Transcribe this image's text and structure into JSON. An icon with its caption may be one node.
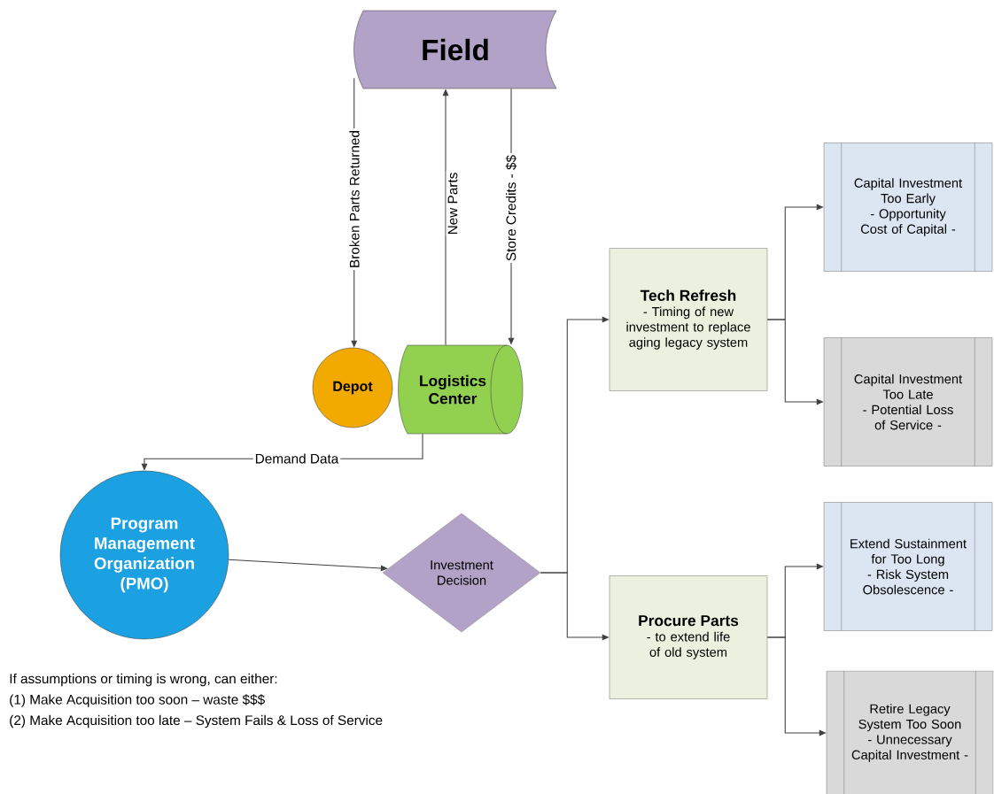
{
  "diagram": {
    "nodes": [
      {
        "text": [
          "Field"
        ]
      },
      {
        "text": [
          "Depot"
        ]
      },
      {
        "text": [
          "Logistics Center"
        ]
      },
      {
        "text": [
          "Program Management Organization (PMO)"
        ]
      },
      {
        "text": [
          "Investment Decision"
        ]
      },
      {
        "text": [
          "Tech Refresh",
          "- Timing of new investment to replace aging legacy system"
        ]
      },
      {
        "text": [
          "Procure Parts",
          "- to extend life of old system"
        ]
      },
      {
        "text": [
          "Capital Investment Too Early",
          "- Opportunity Cost of Capital -"
        ]
      },
      {
        "text": [
          "Capital Investment Too Late",
          "- Potential Loss of Service -"
        ]
      },
      {
        "text": [
          "Extend Sustainment for Too Long",
          "- Risk System Obsolescence -"
        ]
      },
      {
        "text": [
          "Retire Legacy System Too Soon",
          "- Unnecessary Capital Investment -"
        ]
      }
    ],
    "edges": [
      {
        "from": 0,
        "to": 1,
        "arrow": "to",
        "label": "Broken Parts Returned"
      },
      {
        "from": 2,
        "to": 0,
        "arrow": "to",
        "label": "New Parts"
      },
      {
        "from": 0,
        "to": 2,
        "arrow": "to",
        "label": "Store Credits - $$"
      },
      {
        "from": 2,
        "to": 3,
        "arrow": "to",
        "label": "Demand Data"
      },
      {
        "from": 3,
        "to": 4,
        "arrow": "to"
      },
      {
        "from": 4,
        "to": 5,
        "arrow": "to"
      },
      {
        "from": 4,
        "to": 6,
        "arrow": "to"
      },
      {
        "from": 5,
        "to": 7,
        "arrow": "to"
      },
      {
        "from": 5,
        "to": 8,
        "arrow": "to"
      },
      {
        "from": 6,
        "to": 9,
        "arrow": "to"
      },
      {
        "from": 6,
        "to": 10,
        "arrow": "to"
      }
    ],
    "labels": [
      "If assumptions or timing is wrong, can either:",
      "(1) Make Acquisition too soon – waste $$$",
      "(2) Make Acquisition too late – System Fails & Loss of Service"
    ]
  }
}
